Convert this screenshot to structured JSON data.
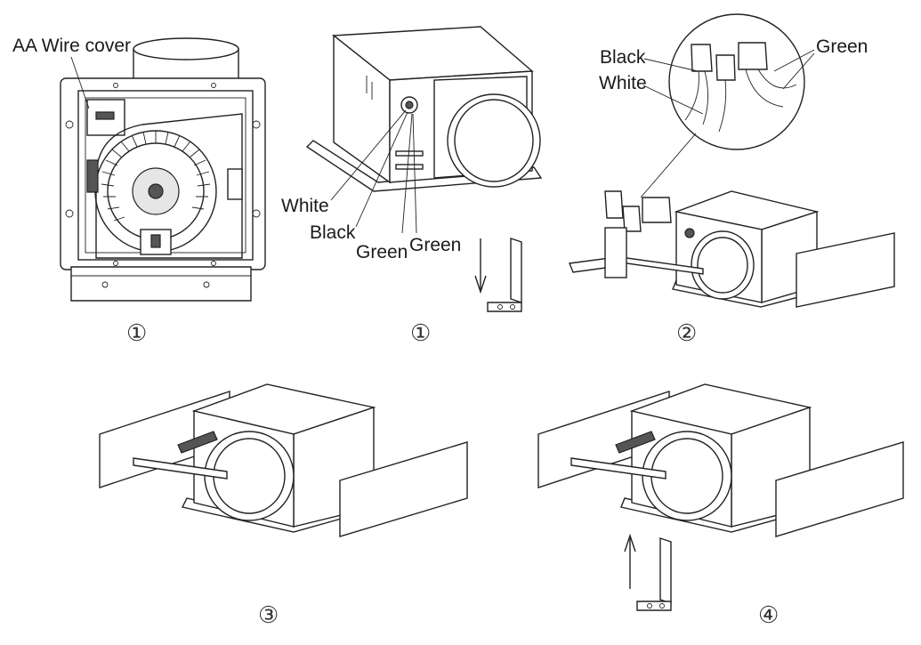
{
  "labels": {
    "wire_cover": "AA Wire cover",
    "white_1": "White",
    "black_1": "Black",
    "green_1": "Green",
    "green_2": "Green",
    "black_2": "Black",
    "white_2": "White",
    "green_3": "Green"
  },
  "steps": {
    "s1a": "①",
    "s1b": "①",
    "s2": "②",
    "s3": "③",
    "s4": "④"
  }
}
